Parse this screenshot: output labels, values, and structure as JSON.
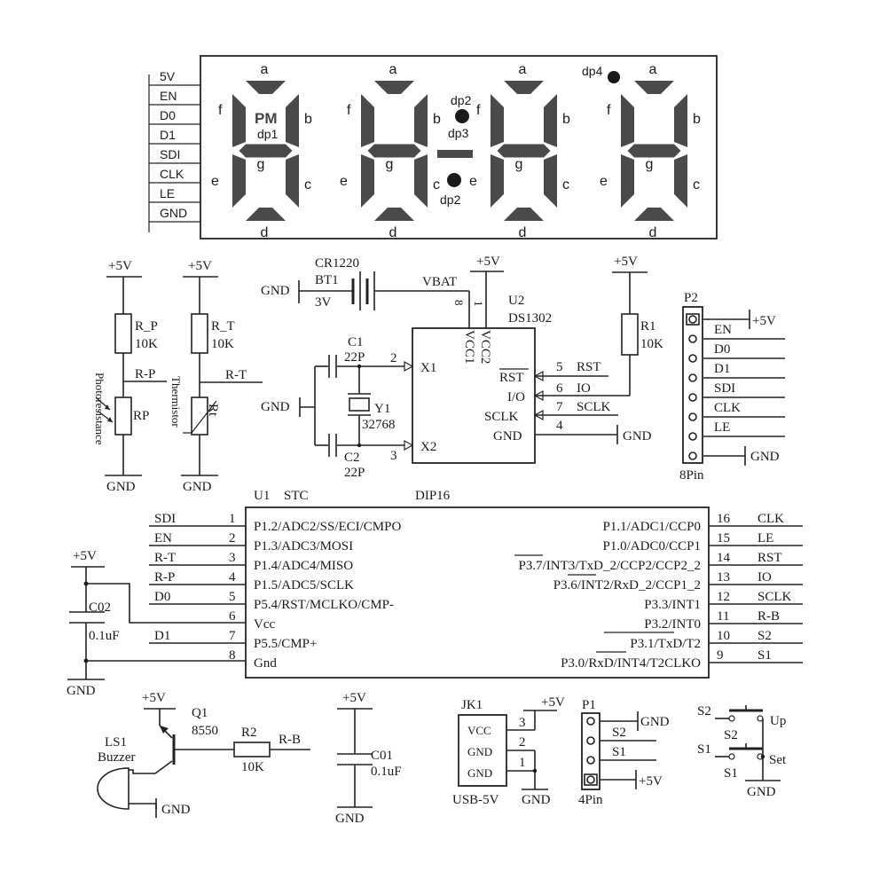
{
  "display": {
    "pins": [
      "5V",
      "EN",
      "D0",
      "D1",
      "SDI",
      "CLK",
      "LE",
      "GND"
    ],
    "pm": "PM",
    "dp1": "dp1",
    "dp2": "dp2",
    "dp3": "dp3",
    "dp4": "dp4",
    "seg": {
      "a": "a",
      "b": "b",
      "c": "c",
      "d": "d",
      "e": "e",
      "f": "f",
      "g": "g"
    }
  },
  "sensors": {
    "vcc": "+5V",
    "gnd": "GND",
    "rp_res_name": "R_P",
    "rp_res_val": "10K",
    "rp_net": "R-P",
    "rp_name": "RP",
    "rp_desc": "Photoresistance",
    "rt_res_name": "R_T",
    "rt_res_val": "10K",
    "rt_net": "R-T",
    "rt_name": "Rt",
    "rt_desc": "Thermistor"
  },
  "rtc": {
    "battery_type": "CR1220",
    "battery_name": "BT1",
    "battery_volt": "3V",
    "gnd": "GND",
    "vbat": "VBAT",
    "vcc": "+5V",
    "pin8": "8",
    "pin1": "1",
    "name": "U2",
    "part": "DS1302",
    "vcc1": "VCC1",
    "vcc2": "VCC2",
    "c1_name": "C1",
    "c1_val": "22P",
    "c2_name": "C2",
    "c2_val": "22P",
    "y1_name": "Y1",
    "y1_val": "32768",
    "pin2": "2",
    "pin3": "3",
    "x1": "X1",
    "x2": "X2",
    "rst": "RST",
    "io": "I/O",
    "sclk": "SCLK",
    "gnd_pin": "GND",
    "pin5": "5",
    "pin6": "6",
    "pin7": "7",
    "pin4": "4",
    "net_rst": "RST",
    "net_io": "IO",
    "net_sclk": "SCLK",
    "r1_name": "R1",
    "r1_val": "10K",
    "r1_vcc": "+5V"
  },
  "p2": {
    "name": "P2",
    "vcc": "+5V",
    "pins": [
      "EN",
      "D0",
      "D1",
      "SDI",
      "CLK",
      "LE"
    ],
    "gnd": "GND",
    "type": "8Pin"
  },
  "mcu": {
    "name": "U1",
    "brand": "STC",
    "package": "DIP16",
    "left_pins": [
      {
        "num": "1",
        "label": "P1.2/ADC2/SS/ECI/CMPO",
        "net": "SDI"
      },
      {
        "num": "2",
        "label": "P1.3/ADC3/MOSI",
        "net": "EN"
      },
      {
        "num": "3",
        "label": "P1.4/ADC4/MISO",
        "net": "R-T"
      },
      {
        "num": "4",
        "label": "P1.5/ADC5/SCLK",
        "net": "R-P"
      },
      {
        "num": "5",
        "label": "P5.4/RST/MCLKO/CMP-",
        "net": "D0"
      },
      {
        "num": "6",
        "label": "Vcc",
        "net": ""
      },
      {
        "num": "7",
        "label": "P5.5/CMP+",
        "net": "D1"
      },
      {
        "num": "8",
        "label": "Gnd",
        "net": ""
      }
    ],
    "right_pins": [
      {
        "num": "16",
        "label": "P1.1/ADC1/CCP0",
        "net": "CLK"
      },
      {
        "num": "15",
        "label": "P1.0/ADC0/CCP1",
        "net": "LE"
      },
      {
        "num": "14",
        "label": "P3.7/INT3/TxD_2/CCP2/CCP2_2",
        "net": "RST"
      },
      {
        "num": "13",
        "label": "P3.6/INT2/RxD_2/CCP1_2",
        "net": "IO"
      },
      {
        "num": "12",
        "label": "P3.3/INT1",
        "net": "SCLK"
      },
      {
        "num": "11",
        "label": "P3.2/INT0",
        "net": "R-B"
      },
      {
        "num": "10",
        "label": "P3.1/TxD/T2",
        "net": "S2"
      },
      {
        "num": "9",
        "label": "P3.0/RxD/INT4/T2CLKO",
        "net": "S1"
      }
    ],
    "vcc": "+5V",
    "gnd": "GND",
    "c02_name": "C02",
    "c02_val": "0.1uF"
  },
  "buzzer": {
    "vcc": "+5V",
    "q_name": "Q1",
    "q_part": "8550",
    "r_name": "R2",
    "r_val": "10K",
    "net": "R-B",
    "ls_name": "LS1",
    "ls_desc": "Buzzer",
    "gnd": "GND"
  },
  "c01": {
    "vcc": "+5V",
    "name": "C01",
    "val": "0.1uF",
    "gnd": "GND"
  },
  "usb": {
    "name": "JK1",
    "vcc": "+5V",
    "pins": [
      "VCC",
      "GND",
      "GND"
    ],
    "nums": [
      "3",
      "2",
      "1"
    ],
    "type": "USB-5V",
    "gnd": "GND"
  },
  "p1": {
    "name": "P1",
    "gnd": "GND",
    "s2": "S2",
    "s1": "S1",
    "vcc": "+5V",
    "type": "4Pin"
  },
  "buttons": {
    "s2_left": "S2",
    "s2_mid": "S2",
    "up": "Up",
    "s1_left": "S1",
    "s1_mid": "S1",
    "set": "Set",
    "gnd": "GND"
  }
}
